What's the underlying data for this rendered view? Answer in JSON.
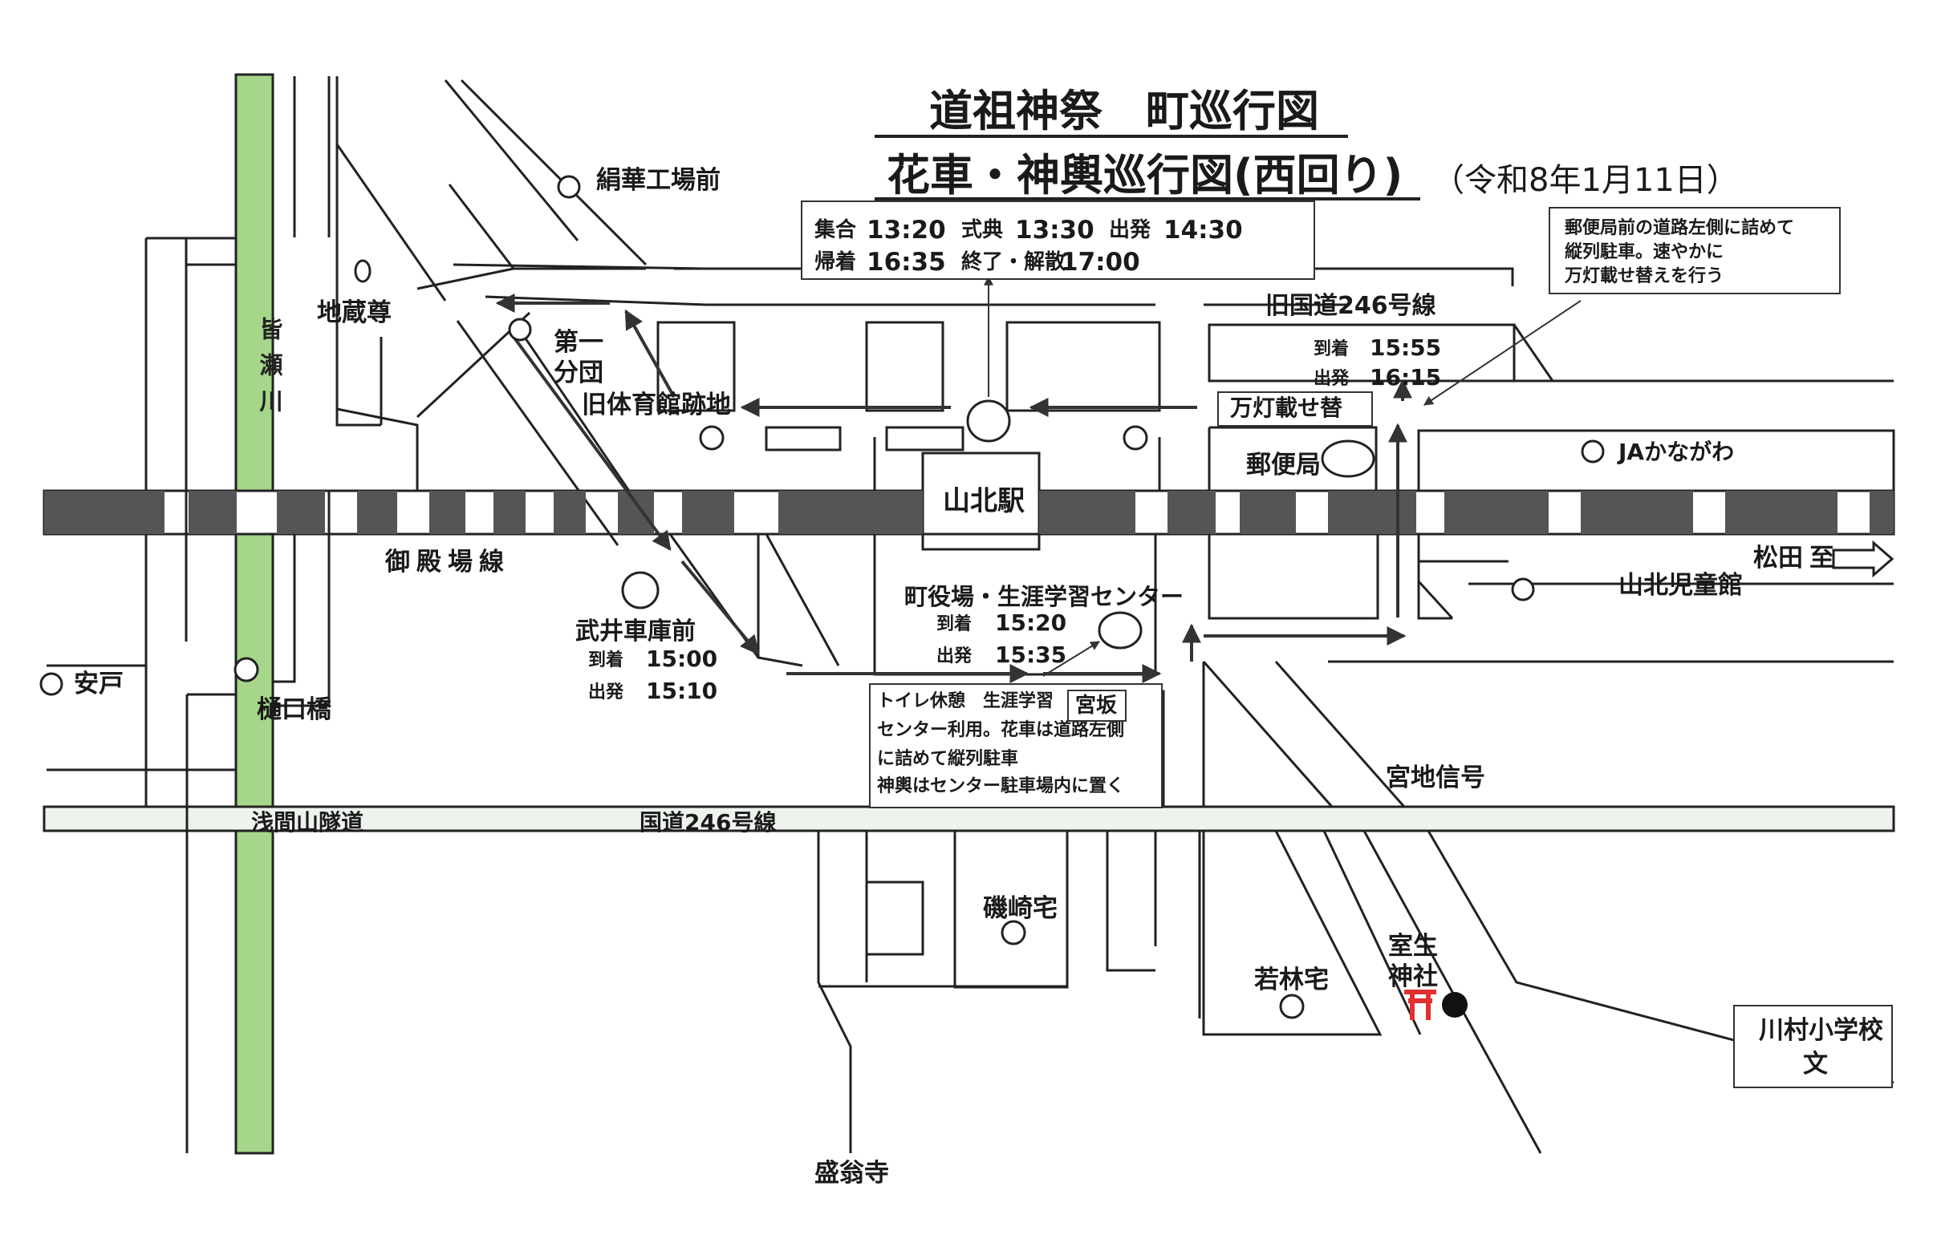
{
  "title": {
    "line1": "道祖神祭　町巡行図",
    "line2": "花車・神輿巡行図(西回り)",
    "date": "（令和8年1月11日）"
  },
  "schedule": {
    "gather_label": "集合",
    "gather_time": "13:20",
    "ceremony_label": "式典",
    "ceremony_time": "13:30",
    "depart_label": "出発",
    "depart_time": "14:30",
    "return_label": "帰着",
    "return_time": "16:35",
    "end_label": "終了・解散",
    "end_time": "17:00"
  },
  "notes": {
    "post_office_line1": "郵便局前の道路左側に詰めて",
    "post_office_line2": "縦列駐車。速やかに",
    "post_office_line3": "万灯載せ替えを行う",
    "toilet_line1": "トイレ休憩　生涯学習",
    "toilet_line2": "センター利用。花車は道路左側",
    "toilet_line3": "に詰めて縦列駐車",
    "toilet_line4": "神輿はセンター駐車場内に置く"
  },
  "stops": {
    "takei": {
      "name": "武井車庫前",
      "arrive_label": "到着",
      "arrive": "15:00",
      "depart_label": "出発",
      "depart": "15:10"
    },
    "center": {
      "name": "町役場・生涯学習センター",
      "arrive_label": "到着",
      "arrive": "15:20",
      "depart_label": "出発",
      "depart": "15:35"
    },
    "old246": {
      "name": "旧国道246号線",
      "arrive_label": "到着",
      "arrive": "15:55",
      "depart_label": "出発",
      "depart": "16:15"
    }
  },
  "places": {
    "kenka": "絹華工場前",
    "jizo": "地蔵尊",
    "daiichi1": "第一",
    "daiichi2": "分団",
    "old_gym": "旧体育館跡地",
    "station": "山北駅",
    "post_office": "郵便局",
    "ja": "JAかながわ",
    "gotemba": "御殿場線",
    "matsuda": "松田",
    "matsuda_dir": "至",
    "children_hall": "山北児童館",
    "yasudo": "安戸",
    "higuchi": "樋口橋",
    "miyasaka": "宮坂",
    "miyaji": "宮地信号",
    "asama": "浅間山隧道",
    "route246": "国道246号線",
    "isozaki": "磯崎宅",
    "wakabayashi": "若林宅",
    "muro1": "室生",
    "muro2": "神社",
    "school1": "川村小学校",
    "school2": "文",
    "seiouji": "盛翁寺",
    "mando": "万灯載せ替",
    "minase": "皆瀬川"
  },
  "colors": {
    "river": "#a6d68a",
    "route_arrow": "#333333",
    "rail_dark": "#555555",
    "torii": "#e03030"
  }
}
